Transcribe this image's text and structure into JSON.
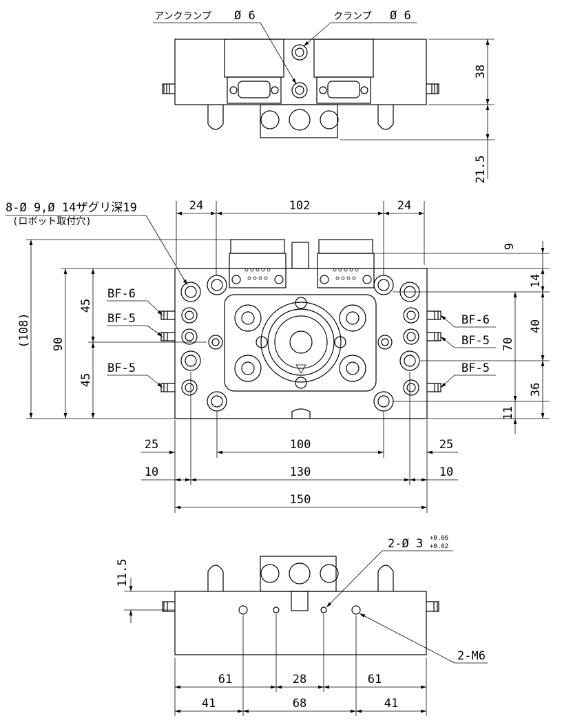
{
  "top_view": {
    "unclamp_label": "アンクランプ",
    "unclamp_size": "Ø 6",
    "clamp_label": "クランプ",
    "clamp_size": "Ø 6",
    "dim_right": "38",
    "dim_bottom": "21.5"
  },
  "front_view": {
    "hole_note": "8-Ø 9,Ø 14ザグリ深19",
    "hole_sub": "(ロボット取付穴)",
    "top_dims": [
      "24",
      "102",
      "24"
    ],
    "left_dims": [
      "(108)",
      "90",
      "45",
      "45"
    ],
    "right_dims": [
      "9",
      "14",
      "40",
      "70",
      "36",
      "11"
    ],
    "ports_left": [
      "BF-6",
      "BF-5",
      "BF-5"
    ],
    "ports_right": [
      "BF-6",
      "BF-5",
      "BF-5"
    ],
    "bottom_dims": {
      "row1": [
        "25",
        "100",
        "25"
      ],
      "row2": [
        "10",
        "130",
        "10"
      ],
      "row3": "150"
    }
  },
  "side_view": {
    "pin_note": "2-Ø 3",
    "tol_upper": "+0.06",
    "tol_lower": "+0.02",
    "left_dim": "11.5",
    "tap_note": "2-M6",
    "dims_row1": [
      "61",
      "28",
      "61"
    ],
    "dims_row2": [
      "41",
      "68",
      "41"
    ]
  }
}
